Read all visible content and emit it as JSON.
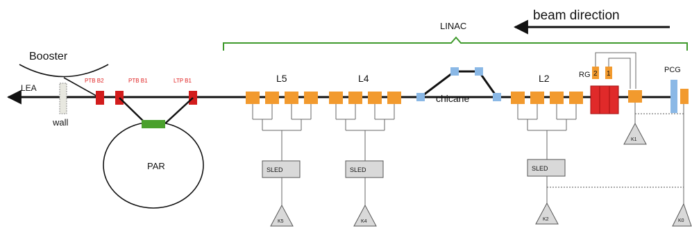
{
  "title": "",
  "colors": {
    "klystron_section": "#f29a2e",
    "ptb_marker": "#d21c1c",
    "rf_gun": "#e02a2a",
    "chicane_magnet": "#8ab8e6",
    "par_transfer": "#4aa02c",
    "linac_bracket": "#3f9a2c",
    "line": "#111111",
    "thin_line": "#666666",
    "label_red": "#e02020",
    "box_fill": "#d9d9d9"
  },
  "labels": {
    "beam_direction": "beam direction",
    "linac": "LINAC",
    "booster": "Booster",
    "lea": "LEA",
    "wall": "wall",
    "par": "PAR",
    "chicane": "chicane",
    "l5": "L5",
    "l4": "L4",
    "l2": "L2",
    "rg": "RG",
    "pcg": "PCG",
    "ptb_b2": "PTB B2",
    "ptb_b1": "PTB B1",
    "ltp_b1": "LTP B1",
    "sled_l5": "SLED",
    "sled_l4": "SLED",
    "sled_l2": "SLED",
    "k5": "K5",
    "k4": "K4",
    "k2": "K2",
    "k1": "K1",
    "k0": "K0",
    "rg_cell_2": "2",
    "rg_cell_1": "1"
  },
  "icons": {
    "beam_arrow": "arrow-left-icon",
    "lea_arrow": "arrow-left-icon"
  }
}
